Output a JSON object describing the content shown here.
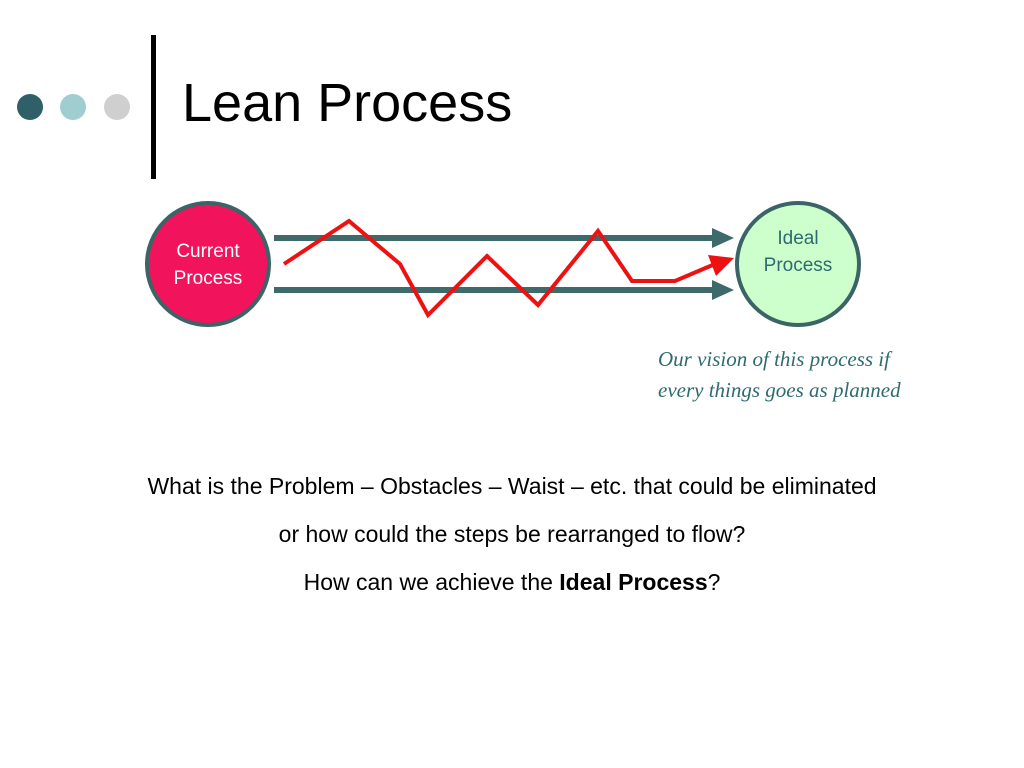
{
  "slide": {
    "title": "Lean Process",
    "colors": {
      "dot_dark": "#2f6068",
      "dot_mid": "#9fcdd0",
      "dot_light": "#cfcfcf",
      "arrow": "#3f6a6c",
      "zigzag": "#ee1111",
      "current_fill": "#f2135d",
      "ideal_fill": "#ccffcc",
      "node_border": "#3a6466",
      "vision_text": "#2e6b70"
    }
  },
  "diagram": {
    "current_node": {
      "line1": "Current",
      "line2": "Process"
    },
    "ideal_node": {
      "line1": "Ideal",
      "line2": "Process"
    },
    "vision_note": {
      "line1": "Our vision of this process if",
      "line2": "every things goes as planned"
    }
  },
  "body": {
    "line1": "What is the Problem – Obstacles – Waist – etc. that could be eliminated",
    "line2": "or how could the steps be rearranged to flow?",
    "line3_prefix": "How can we achieve the ",
    "line3_bold": "Ideal Process",
    "line3_suffix": "?"
  }
}
